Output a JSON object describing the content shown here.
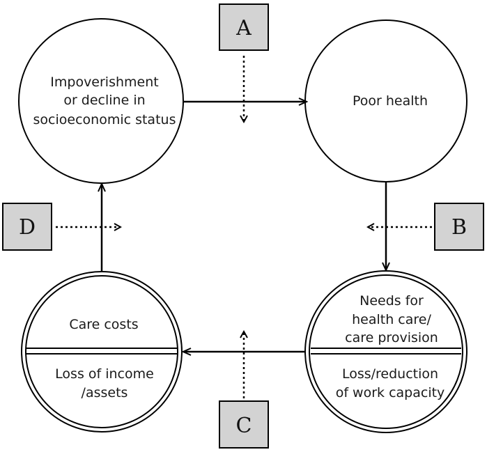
{
  "diagram": {
    "nodes": {
      "impoverishment": {
        "lines": [
          "Impoverishment",
          "or decline in",
          "socioeconomic status"
        ]
      },
      "poor_health": {
        "lines": [
          "Poor health"
        ]
      },
      "health_care_needs": {
        "top_lines": [
          "Needs for",
          "health care/",
          "care provision"
        ],
        "bottom_lines": [
          "Loss/reduction",
          "of work capacity"
        ]
      },
      "care_costs": {
        "top_lines": [
          "Care costs"
        ],
        "bottom_lines": [
          "Loss of income",
          "/assets"
        ]
      }
    },
    "intervention_points": {
      "a": "A",
      "b": "B",
      "c": "C",
      "d": "D"
    }
  },
  "colors": {
    "stroke": "#000000",
    "box_fill": "#d3d3d3",
    "background": "#ffffff"
  }
}
